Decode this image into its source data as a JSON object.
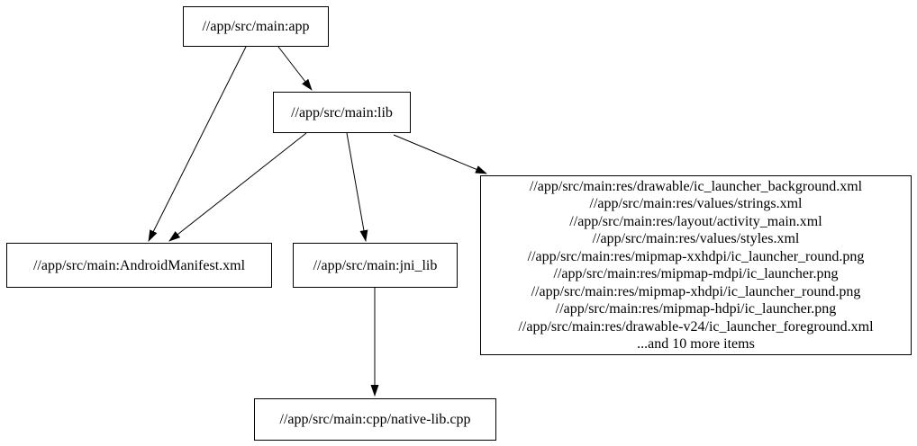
{
  "graph": {
    "type": "dependency-graph",
    "background_color": "#ffffff",
    "node_border_color": "#000000",
    "node_fill_color": "#ffffff",
    "edge_color": "#000000",
    "text_color": "#000000",
    "nodes": {
      "app": {
        "label": "//app/src/main:app"
      },
      "lib": {
        "label": "//app/src/main:lib"
      },
      "android_manifest": {
        "label": "//app/src/main:AndroidManifest.xml"
      },
      "jni_lib": {
        "label": "//app/src/main:jni_lib"
      },
      "resources": {
        "lines": [
          "//app/src/main:res/drawable/ic_launcher_background.xml",
          "//app/src/main:res/values/strings.xml",
          "//app/src/main:res/layout/activity_main.xml",
          "//app/src/main:res/values/styles.xml",
          "//app/src/main:res/mipmap-xxhdpi/ic_launcher_round.png",
          "//app/src/main:res/mipmap-mdpi/ic_launcher.png",
          "//app/src/main:res/mipmap-xhdpi/ic_launcher_round.png",
          "//app/src/main:res/mipmap-hdpi/ic_launcher.png",
          "//app/src/main:res/drawable-v24/ic_launcher_foreground.xml",
          "...and 10 more items"
        ]
      },
      "native_lib_cpp": {
        "label": "//app/src/main:cpp/native-lib.cpp"
      }
    },
    "edges": [
      {
        "from": "app",
        "to": "android_manifest"
      },
      {
        "from": "app",
        "to": "lib"
      },
      {
        "from": "lib",
        "to": "android_manifest"
      },
      {
        "from": "lib",
        "to": "jni_lib"
      },
      {
        "from": "lib",
        "to": "resources"
      },
      {
        "from": "jni_lib",
        "to": "native_lib_cpp"
      }
    ]
  }
}
